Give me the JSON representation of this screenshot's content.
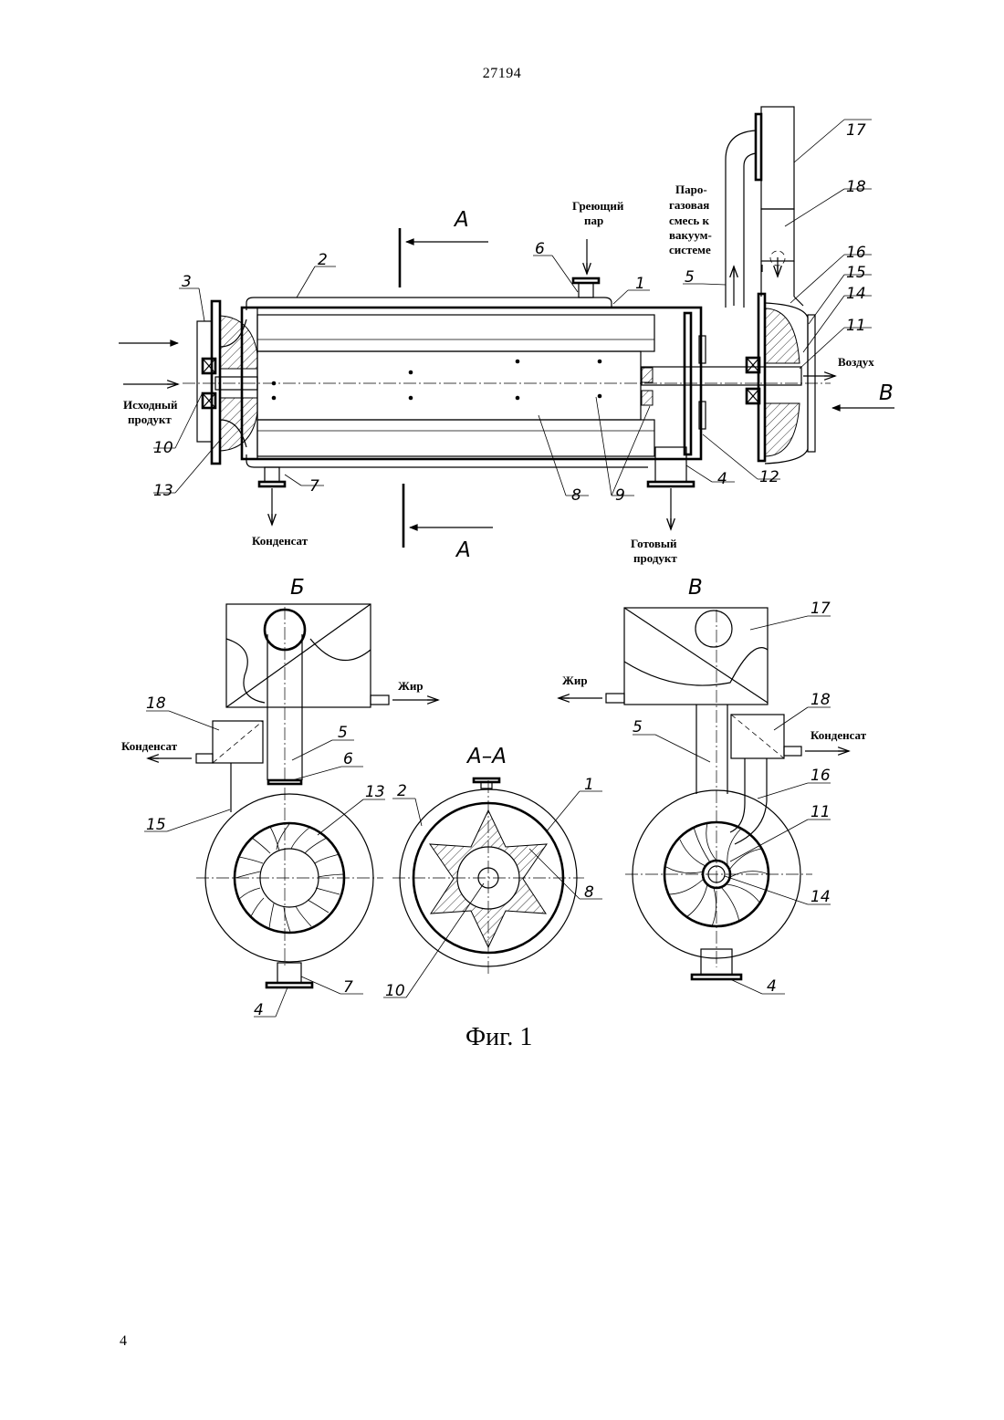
{
  "page": {
    "header": "27194",
    "page_number": "4"
  },
  "figure": {
    "caption": "Фиг. 1",
    "section_labels": {
      "A_top": "A",
      "A_bottom": "A",
      "B_view": "Б",
      "V_view": "В",
      "V_arrow": "В",
      "AA": "А–А"
    },
    "text_labels": {
      "heating_steam": [
        "Греющий",
        "пар"
      ],
      "vapor_gas": [
        "Паро-",
        "газовая",
        "смесь к",
        "вакуум-",
        "системе"
      ],
      "air": "Воздух",
      "source_product": [
        "Исходный",
        "продукт"
      ],
      "condensate": "Конденсат",
      "finished_product": [
        "Готовый",
        "продукт"
      ],
      "fat_left": "Жир",
      "condensate_left": "Конденсат",
      "fat_right": "Жир",
      "condensate_right": "Конденсат"
    },
    "part_numbers": {
      "p1": "1",
      "p2": "2",
      "p3": "3",
      "p4": "4",
      "p5": "5",
      "p6": "6",
      "p7": "7",
      "p8": "8",
      "p9": "9",
      "p10": "10",
      "p11": "11",
      "p12": "12",
      "p13": "13",
      "p14": "14",
      "p15": "15",
      "p16": "16",
      "p17": "17",
      "p18": "18",
      "b18": "18",
      "b5": "5",
      "b6": "6",
      "b13": "13",
      "b15": "15",
      "b7": "7",
      "b4": "4",
      "a2": "2",
      "a1": "1",
      "a8": "8",
      "a10": "10",
      "v17": "17",
      "v18": "18",
      "v5": "5",
      "v16": "16",
      "v11": "11",
      "v14": "14",
      "v4": "4"
    }
  }
}
